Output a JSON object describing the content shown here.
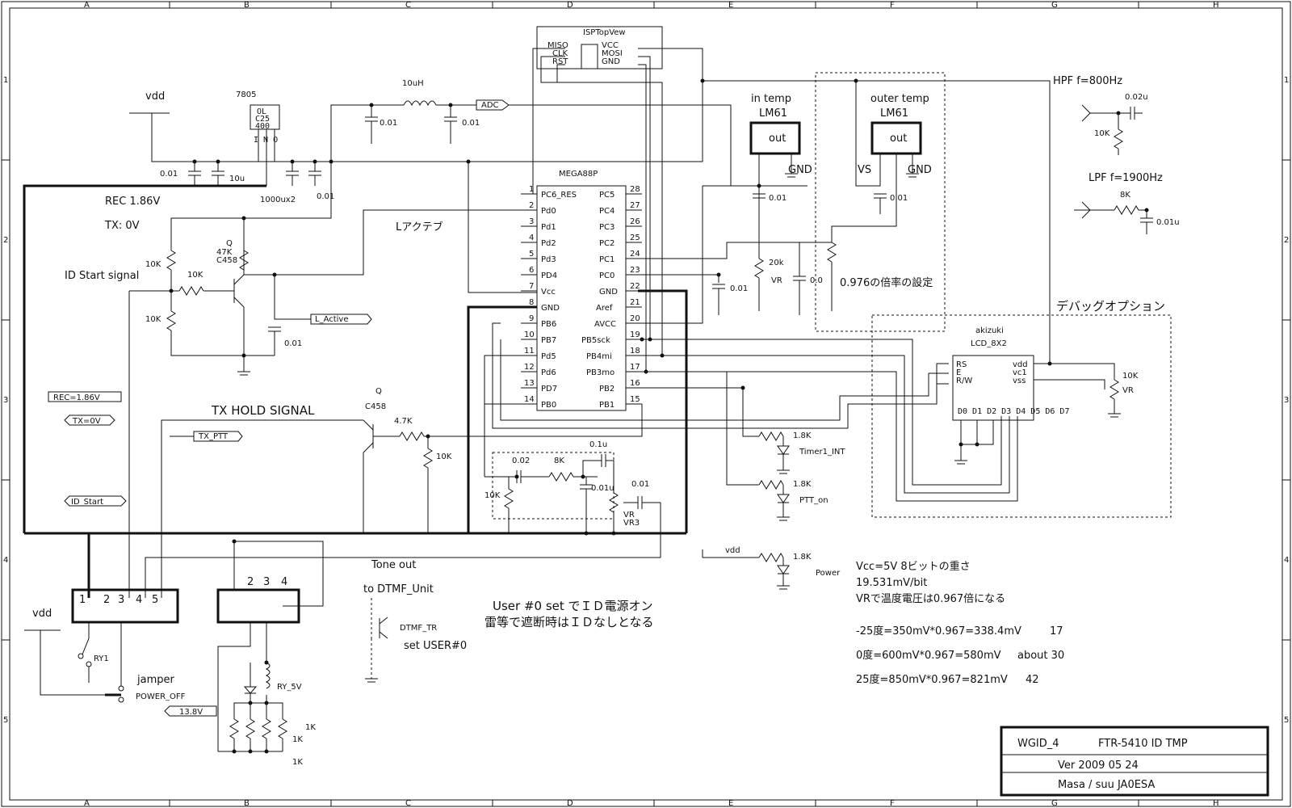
{
  "frame": {
    "col_labels": [
      "A",
      "B",
      "C",
      "D",
      "E",
      "F",
      "G",
      "H"
    ],
    "row_labels": [
      "1",
      "2",
      "3",
      "4",
      "5"
    ]
  },
  "power": {
    "vdd": "vdd",
    "regulator": "7805",
    "regulator_body": [
      "OL",
      "C25",
      "400"
    ],
    "regulator_pins": "I N O",
    "cap_001": "0.01",
    "cap_10u": "10u",
    "cap_1000u": "1000ux2",
    "cap_001b": "0.01",
    "rec_v": "REC 1.86V",
    "tx_v": "TX: 0V",
    "inductor": "10uH",
    "cap_f1": "0.01",
    "cap_f2": "0.01",
    "adc": "ADC"
  },
  "isp": {
    "title": "ISPTopVew",
    "left_pins": [
      "MISO",
      "CLK",
      "RST"
    ],
    "right_pins": [
      "VCC",
      "MOSI",
      "GND"
    ]
  },
  "mcu": {
    "name": "MEGA88P",
    "left_nums": [
      "1",
      "2",
      "3",
      "4",
      "5",
      "6",
      "7",
      "8",
      "9",
      "10",
      "11",
      "12",
      "13",
      "14"
    ],
    "left_pins": [
      "PC6_RES",
      "Pd0",
      "Pd1",
      "Pd2",
      "Pd3",
      "PD4",
      "Vcc",
      "GND",
      "PB6",
      "PB7",
      "Pd5",
      "Pd6",
      "PD7",
      "PB0"
    ],
    "right_nums": [
      "28",
      "27",
      "26",
      "25",
      "24",
      "23",
      "22",
      "21",
      "20",
      "19",
      "18",
      "17",
      "16",
      "15"
    ],
    "right_pins": [
      "PC5",
      "PC4",
      "PC3",
      "PC2",
      "PC1",
      "PC0",
      "GND",
      "Aref",
      "AVCC",
      "PB5sck",
      "PB4mi",
      "PB3mo",
      "PB2",
      "PB1"
    ]
  },
  "left_block": {
    "id_start_signal": "ID Start signal",
    "r1": "10K",
    "r2": "10K",
    "r3": "10K",
    "q_label": "Q",
    "r_47k": "47K",
    "q_type": "C458",
    "l_active_label": "Lアクテブ",
    "l_active_net": "L_Active",
    "cap": "0.01",
    "rec_net": "REC=1.86V",
    "tx_net": "TX=0V",
    "tx_hold": "TX HOLD SIGNAL",
    "tx_ptt": "TX_PTT",
    "id_start_net": "ID_Start",
    "q2_label": "Q",
    "q2_type": "C458",
    "r_47": "4.7K",
    "r_10k": "10K"
  },
  "filter_block": {
    "c1": "0.02",
    "r1": "8K",
    "c2": "0.1u",
    "c3": "0.01u",
    "r2": "10K",
    "c4": "0.01",
    "vr": "VR",
    "vr3": "VR3"
  },
  "temp": {
    "in_title": "in temp",
    "in_ic": "LM61",
    "in_out": "out",
    "in_gnd": "GND",
    "in_cap": "0.01",
    "out_title": "outer temp",
    "out_ic": "LM61",
    "out_out": "out",
    "out_vs": "VS",
    "out_gnd": "GND",
    "out_cap": "0.01",
    "vr_val": "20k",
    "vr": "VR",
    "cap1": "0.01",
    "cap2": "0.0",
    "ratio_note": "0.976の倍率の設定"
  },
  "filters": {
    "hpf": "HPF f=800Hz",
    "hpf_c": "0.02u",
    "hpf_r": "10K",
    "lpf": "LPF f=1900Hz",
    "lpf_r": "8K",
    "lpf_c": "0.01u"
  },
  "lcd": {
    "debug_title": "デバッグオプション",
    "maker": "akizuki",
    "model": "LCD_8X2",
    "left_pins": [
      "RS",
      "E",
      "R/W"
    ],
    "right_pins": [
      "vdd",
      "vc1",
      "vss"
    ],
    "bottom_pins": "D0 D1 D2 D3   D4 D5 D6 D7",
    "vr": "10K",
    "vr_label": "VR"
  },
  "leds": {
    "r1": "1.8K",
    "l1": "Timer1_INT",
    "r2": "1.8K",
    "l2": "PTT_on",
    "vdd": "vdd",
    "r3": "1.8K",
    "l3": "Power"
  },
  "connectors": {
    "j1_pins": [
      "1",
      "2",
      "3",
      "4",
      "5"
    ],
    "j2_pins": [
      "2",
      "3",
      "4"
    ],
    "tone_out": "Tone out",
    "to_dtmf": "to DTMF_Unit",
    "dtmf_tr": "DTMF_TR",
    "set_user": "set USER#0",
    "vdd": "vdd",
    "ry1": "RY1",
    "jamper": "jamper",
    "power_off": "POWER_OFF",
    "ry5": "RY_5V",
    "v138": "13.8V",
    "r_a": "1K",
    "r_b": "1K",
    "r_c": "1K"
  },
  "notes": {
    "user_line1": "User #0 set でＩＤ電源オン",
    "user_line2": "雷等で遮断時はＩＤなしとなる",
    "vcc_line1": "Vcc=5V 8ビットの重さ",
    "vcc_line2": "19.531mV/bit",
    "vcc_line3": "VRで温度電圧は0.967倍になる",
    "t1": "-25度=350mV*0.967=338.4mV",
    "t1v": "17",
    "t2": "0度=600mV*0.967=580mV",
    "t2v": "about 30",
    "t3": "25度=850mV*0.967=821mV",
    "t3v": "42"
  },
  "title_block": {
    "name": "WGID_4",
    "desc": "FTR-5410 ID TMP",
    "version": "Ver 2009 05 24",
    "author": "Masa / suu  JA0ESA"
  }
}
